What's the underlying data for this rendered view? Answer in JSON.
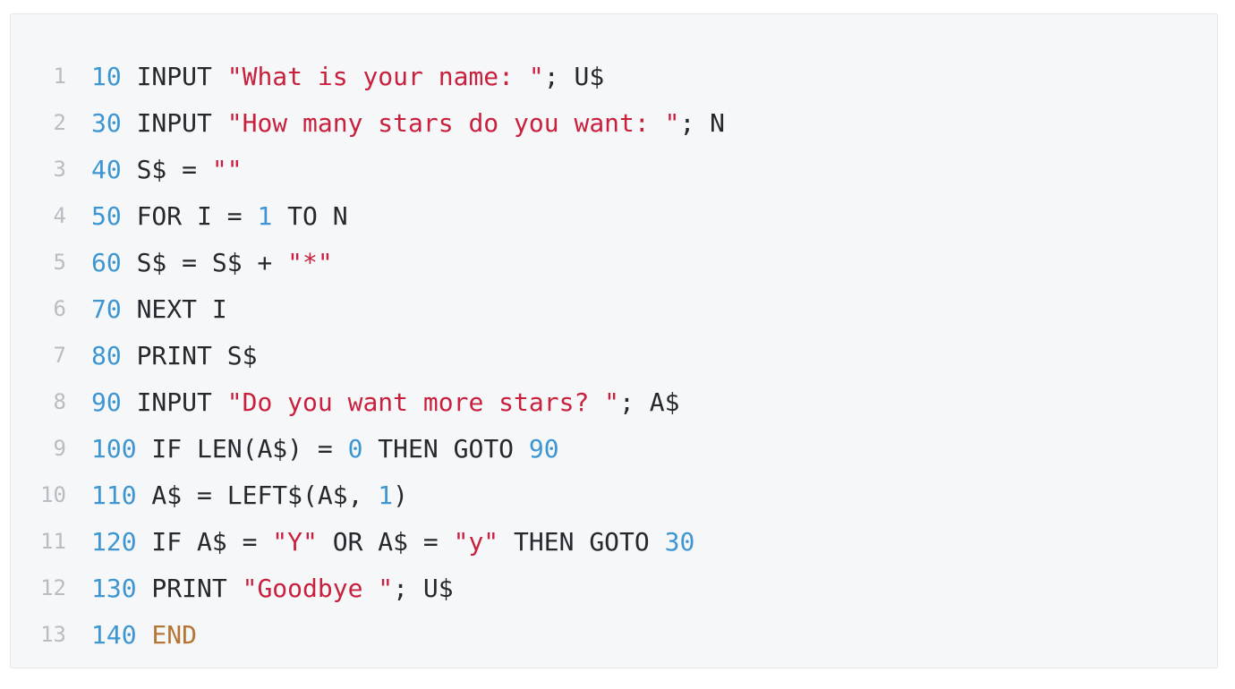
{
  "code": {
    "lines": [
      {
        "number": "1",
        "tokens": [
          {
            "t": "10",
            "c": "num"
          },
          {
            "t": " INPUT ",
            "c": "plain"
          },
          {
            "t": "\"What is your name: \"",
            "c": "str"
          },
          {
            "t": "; U$",
            "c": "plain"
          }
        ]
      },
      {
        "number": "2",
        "tokens": [
          {
            "t": "30",
            "c": "num"
          },
          {
            "t": " INPUT ",
            "c": "plain"
          },
          {
            "t": "\"How many stars do you want: \"",
            "c": "str"
          },
          {
            "t": "; N",
            "c": "plain"
          }
        ]
      },
      {
        "number": "3",
        "tokens": [
          {
            "t": "40",
            "c": "num"
          },
          {
            "t": " S$ = ",
            "c": "plain"
          },
          {
            "t": "\"\"",
            "c": "str"
          }
        ]
      },
      {
        "number": "4",
        "tokens": [
          {
            "t": "50",
            "c": "num"
          },
          {
            "t": " FOR I = ",
            "c": "plain"
          },
          {
            "t": "1",
            "c": "num"
          },
          {
            "t": " TO N",
            "c": "plain"
          }
        ]
      },
      {
        "number": "5",
        "tokens": [
          {
            "t": "60",
            "c": "num"
          },
          {
            "t": " S$ = S$ + ",
            "c": "plain"
          },
          {
            "t": "\"*\"",
            "c": "str"
          }
        ]
      },
      {
        "number": "6",
        "tokens": [
          {
            "t": "70",
            "c": "num"
          },
          {
            "t": " NEXT I",
            "c": "plain"
          }
        ]
      },
      {
        "number": "7",
        "tokens": [
          {
            "t": "80",
            "c": "num"
          },
          {
            "t": " PRINT S$",
            "c": "plain"
          }
        ]
      },
      {
        "number": "8",
        "tokens": [
          {
            "t": "90",
            "c": "num"
          },
          {
            "t": " INPUT ",
            "c": "plain"
          },
          {
            "t": "\"Do you want more stars? \"",
            "c": "str"
          },
          {
            "t": "; A$",
            "c": "plain"
          }
        ]
      },
      {
        "number": "9",
        "tokens": [
          {
            "t": "100",
            "c": "num"
          },
          {
            "t": " IF LEN(A$) = ",
            "c": "plain"
          },
          {
            "t": "0",
            "c": "num"
          },
          {
            "t": " THEN GOTO ",
            "c": "plain"
          },
          {
            "t": "90",
            "c": "num"
          }
        ]
      },
      {
        "number": "10",
        "tokens": [
          {
            "t": "110",
            "c": "num"
          },
          {
            "t": " A$ = LEFT$(A$, ",
            "c": "plain"
          },
          {
            "t": "1",
            "c": "num"
          },
          {
            "t": ")",
            "c": "plain"
          }
        ]
      },
      {
        "number": "11",
        "tokens": [
          {
            "t": "120",
            "c": "num"
          },
          {
            "t": " IF A$ = ",
            "c": "plain"
          },
          {
            "t": "\"Y\"",
            "c": "str"
          },
          {
            "t": " OR A$ = ",
            "c": "plain"
          },
          {
            "t": "\"y\"",
            "c": "str"
          },
          {
            "t": " THEN GOTO ",
            "c": "plain"
          },
          {
            "t": "30",
            "c": "num"
          }
        ]
      },
      {
        "number": "12",
        "tokens": [
          {
            "t": "130",
            "c": "num"
          },
          {
            "t": " PRINT ",
            "c": "plain"
          },
          {
            "t": "\"Goodbye \"",
            "c": "str"
          },
          {
            "t": "; U$",
            "c": "plain"
          }
        ]
      },
      {
        "number": "13",
        "tokens": [
          {
            "t": "140",
            "c": "num"
          },
          {
            "t": " ",
            "c": "plain"
          },
          {
            "t": "END",
            "c": "kw"
          }
        ]
      }
    ]
  },
  "colors": {
    "background": "#f6f7f9",
    "number": "#3d96d2",
    "string": "#c8203d",
    "keyword": "#b47535",
    "text": "#24292e",
    "line_number": "#b9bcc3"
  }
}
